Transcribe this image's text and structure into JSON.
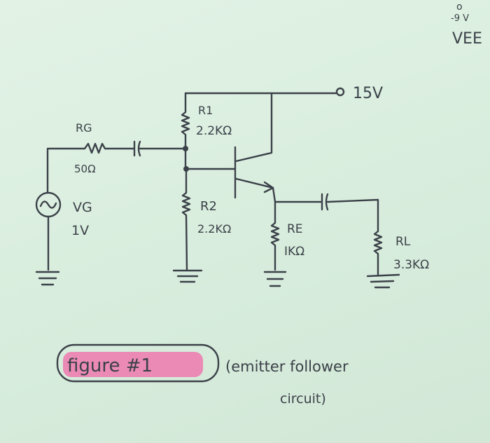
{
  "corner": {
    "terminal": "o",
    "voltage": "-9 V",
    "label": "VEE"
  },
  "supply": {
    "label": "15V"
  },
  "source": {
    "name": "VG",
    "value": "1V"
  },
  "rg": {
    "name": "RG",
    "value": "50Ω"
  },
  "r1": {
    "name": "R1",
    "value": "2.2KΩ"
  },
  "r2": {
    "name": "R2",
    "value": "2.2KΩ"
  },
  "re": {
    "name": "RE",
    "value": "IKΩ"
  },
  "rl": {
    "name": "RL",
    "value": "3.3KΩ"
  },
  "caption": {
    "figure": "figure #1",
    "description_line1": "(emitter follower",
    "description_line2": "circuit)"
  },
  "colors": {
    "ink": "#3b4149",
    "highlight": "#f06aa8",
    "paper": "#dcefe1"
  }
}
